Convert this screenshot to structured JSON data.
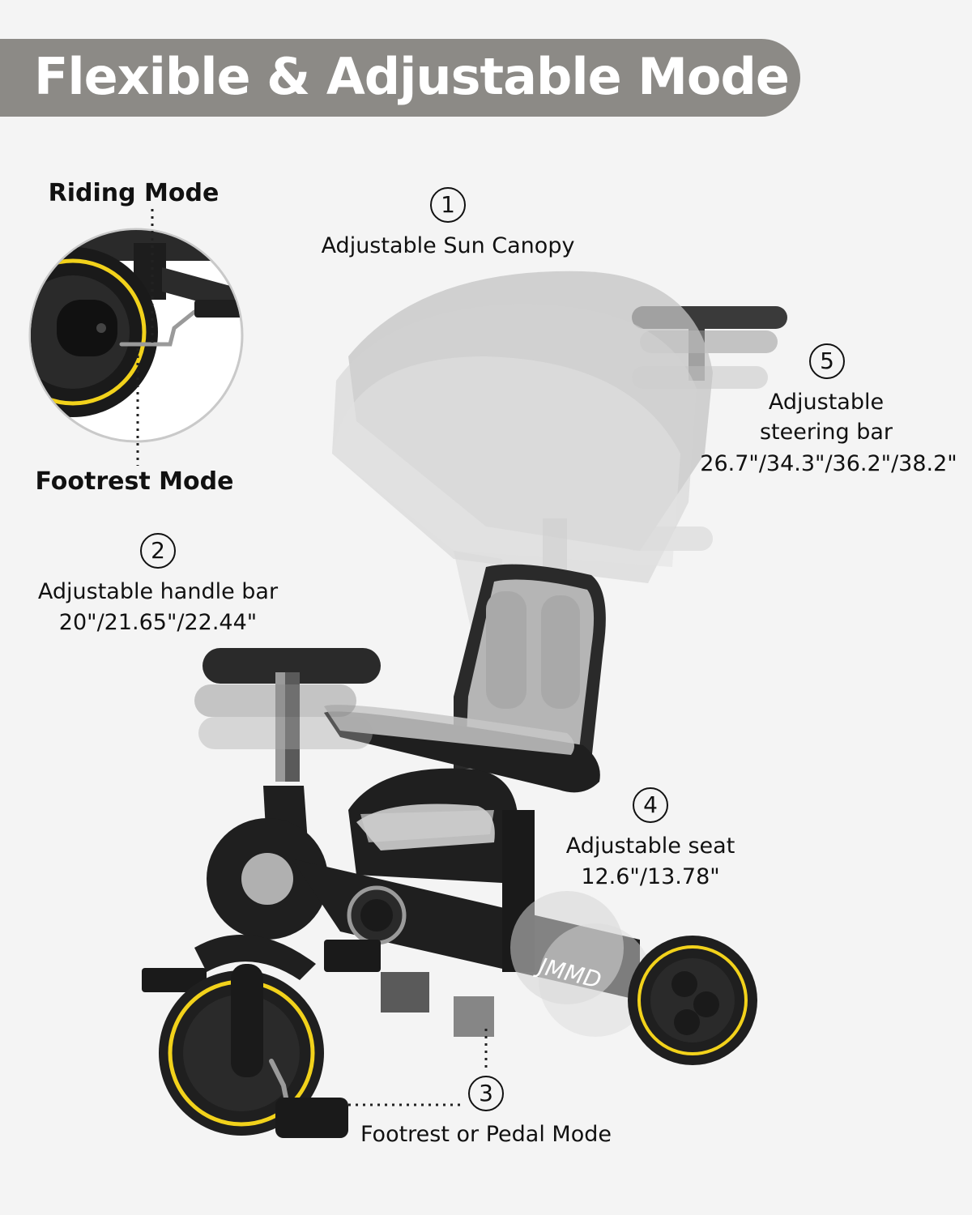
{
  "banner": {
    "title": "Flexible & Adjustable Mode"
  },
  "inset": {
    "top_label": "Riding Mode",
    "bottom_label": "Footrest Mode"
  },
  "callouts": [
    {
      "number": "1",
      "title": "Adjustable Sun Canopy",
      "detail": ""
    },
    {
      "number": "2",
      "title": "Adjustable handle bar",
      "detail": "20\"/21.65\"/22.44\""
    },
    {
      "number": "3",
      "title": "Footrest or Pedal Mode",
      "detail": ""
    },
    {
      "number": "4",
      "title": "Adjustable seat",
      "detail": "12.6\"/13.78\""
    },
    {
      "number": "5",
      "title": "Adjustable\nsteering bar",
      "detail": "26.7\"/34.3\"/36.2\"/38.2\""
    }
  ],
  "product": {
    "brand": "JMMD"
  },
  "colors": {
    "banner": "#8c8a86",
    "frame": "#1f1f1f",
    "canopy": "#bdbdbd",
    "wheel_accent": "#f2d21b"
  }
}
